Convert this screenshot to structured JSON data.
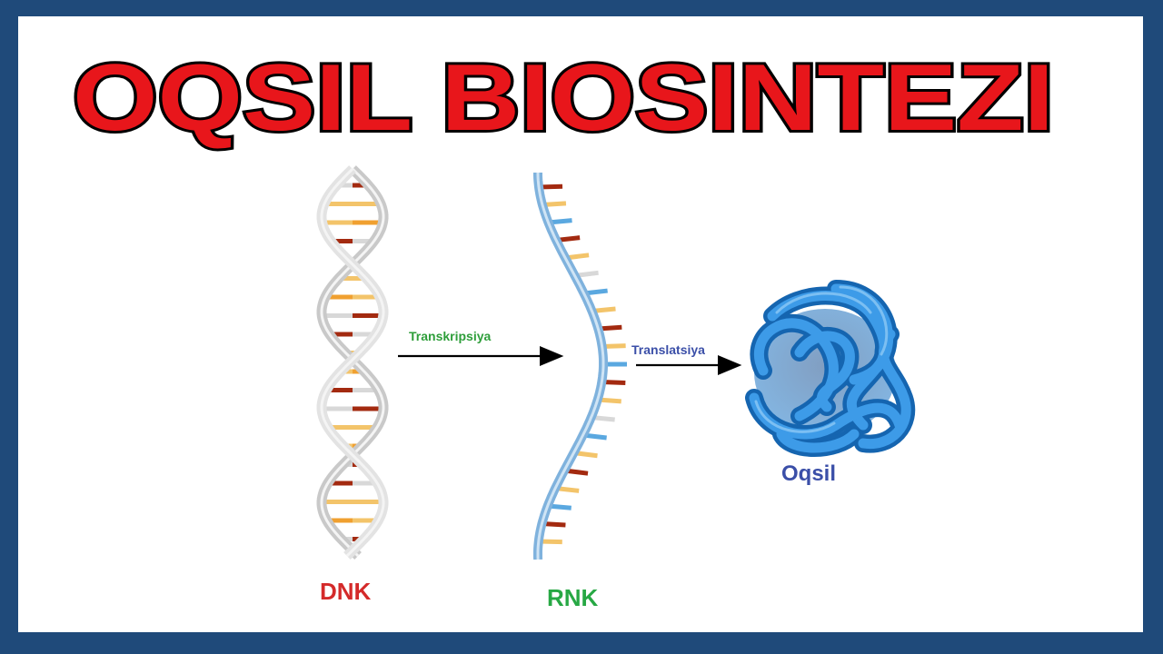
{
  "title": "OQSIL BIOSINTEZI",
  "colors": {
    "frame": "#1f4a7a",
    "title_fill": "#e8161b",
    "title_stroke": "#000000",
    "dnk_label": "#d42a2a",
    "rnk_label": "#27a844",
    "oqsil_label": "#3b4fa8",
    "transkripsiya_label": "#2e9e3a",
    "translatsiya_label": "#3b4fa8",
    "base_red": "#a32a10",
    "base_yellow": "#f3c46a",
    "base_orange": "#f0a030",
    "base_blue": "#5aa8e0",
    "base_grey": "#d8d8d8",
    "protein": "#1e78c8"
  },
  "diagram": {
    "dnk_label": "DNK",
    "rnk_label": "RNK",
    "oqsil_label": "Oqsil",
    "transkripsiya_label": "Transkripsiya",
    "translatsiya_label": "Translatsiya",
    "icons": [
      "dna-double-helix-icon",
      "rna-strand-icon",
      "protein-globule-icon",
      "arrow-right-icon"
    ]
  }
}
